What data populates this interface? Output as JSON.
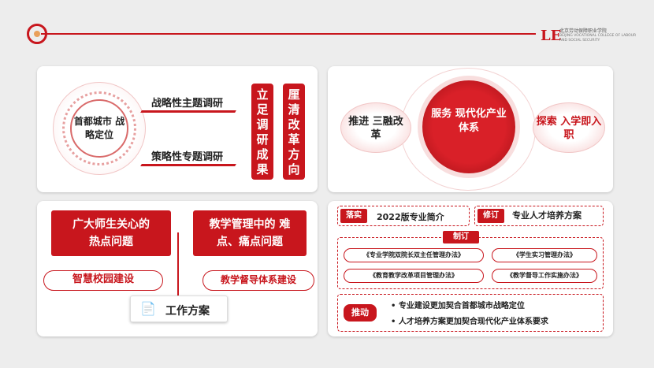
{
  "brand": {
    "name_cn": "北京劳动保障职业学院",
    "name_en": "BEIJING VOCATIONAL COLLEGE OF LABOUR AND SOCIAL SECURITY"
  },
  "panel1": {
    "circle_label": "首都城市 战略定位",
    "items": [
      "战略性主题调研",
      "策略性专题调研"
    ],
    "box_a": "立足调研成果",
    "box_b": "厘清改革方向"
  },
  "panel2": {
    "left_circle": "推进 三融改革",
    "center_circle": "服务 现代化产业 体系",
    "right_circle": "探索 入学即入职"
  },
  "panel3": {
    "box_left": "广大师生关心的 热点问题",
    "box_right": "教学管理中的 难点、痛点问题",
    "pill_left": "智慧校园建设",
    "pill_right": "教学督导体系建设",
    "result": "工作方案"
  },
  "panel4": {
    "row1_tag": "落实",
    "row1_text": "2022版专业简介",
    "row2_tag": "修订",
    "row2_text": "专业人才培养方案",
    "group_tag": "制订",
    "docs": [
      "《专业学院双院长双主任管理办法》",
      "《学生实习管理办法》",
      "《教育教学改革项目管理办法》",
      "《教学督导工作实施办法》"
    ],
    "push_tag": "推动",
    "bullets": [
      "专业建设更加契合首都城市战略定位",
      "人才培养方案更加契合现代化产业体系要求"
    ]
  }
}
